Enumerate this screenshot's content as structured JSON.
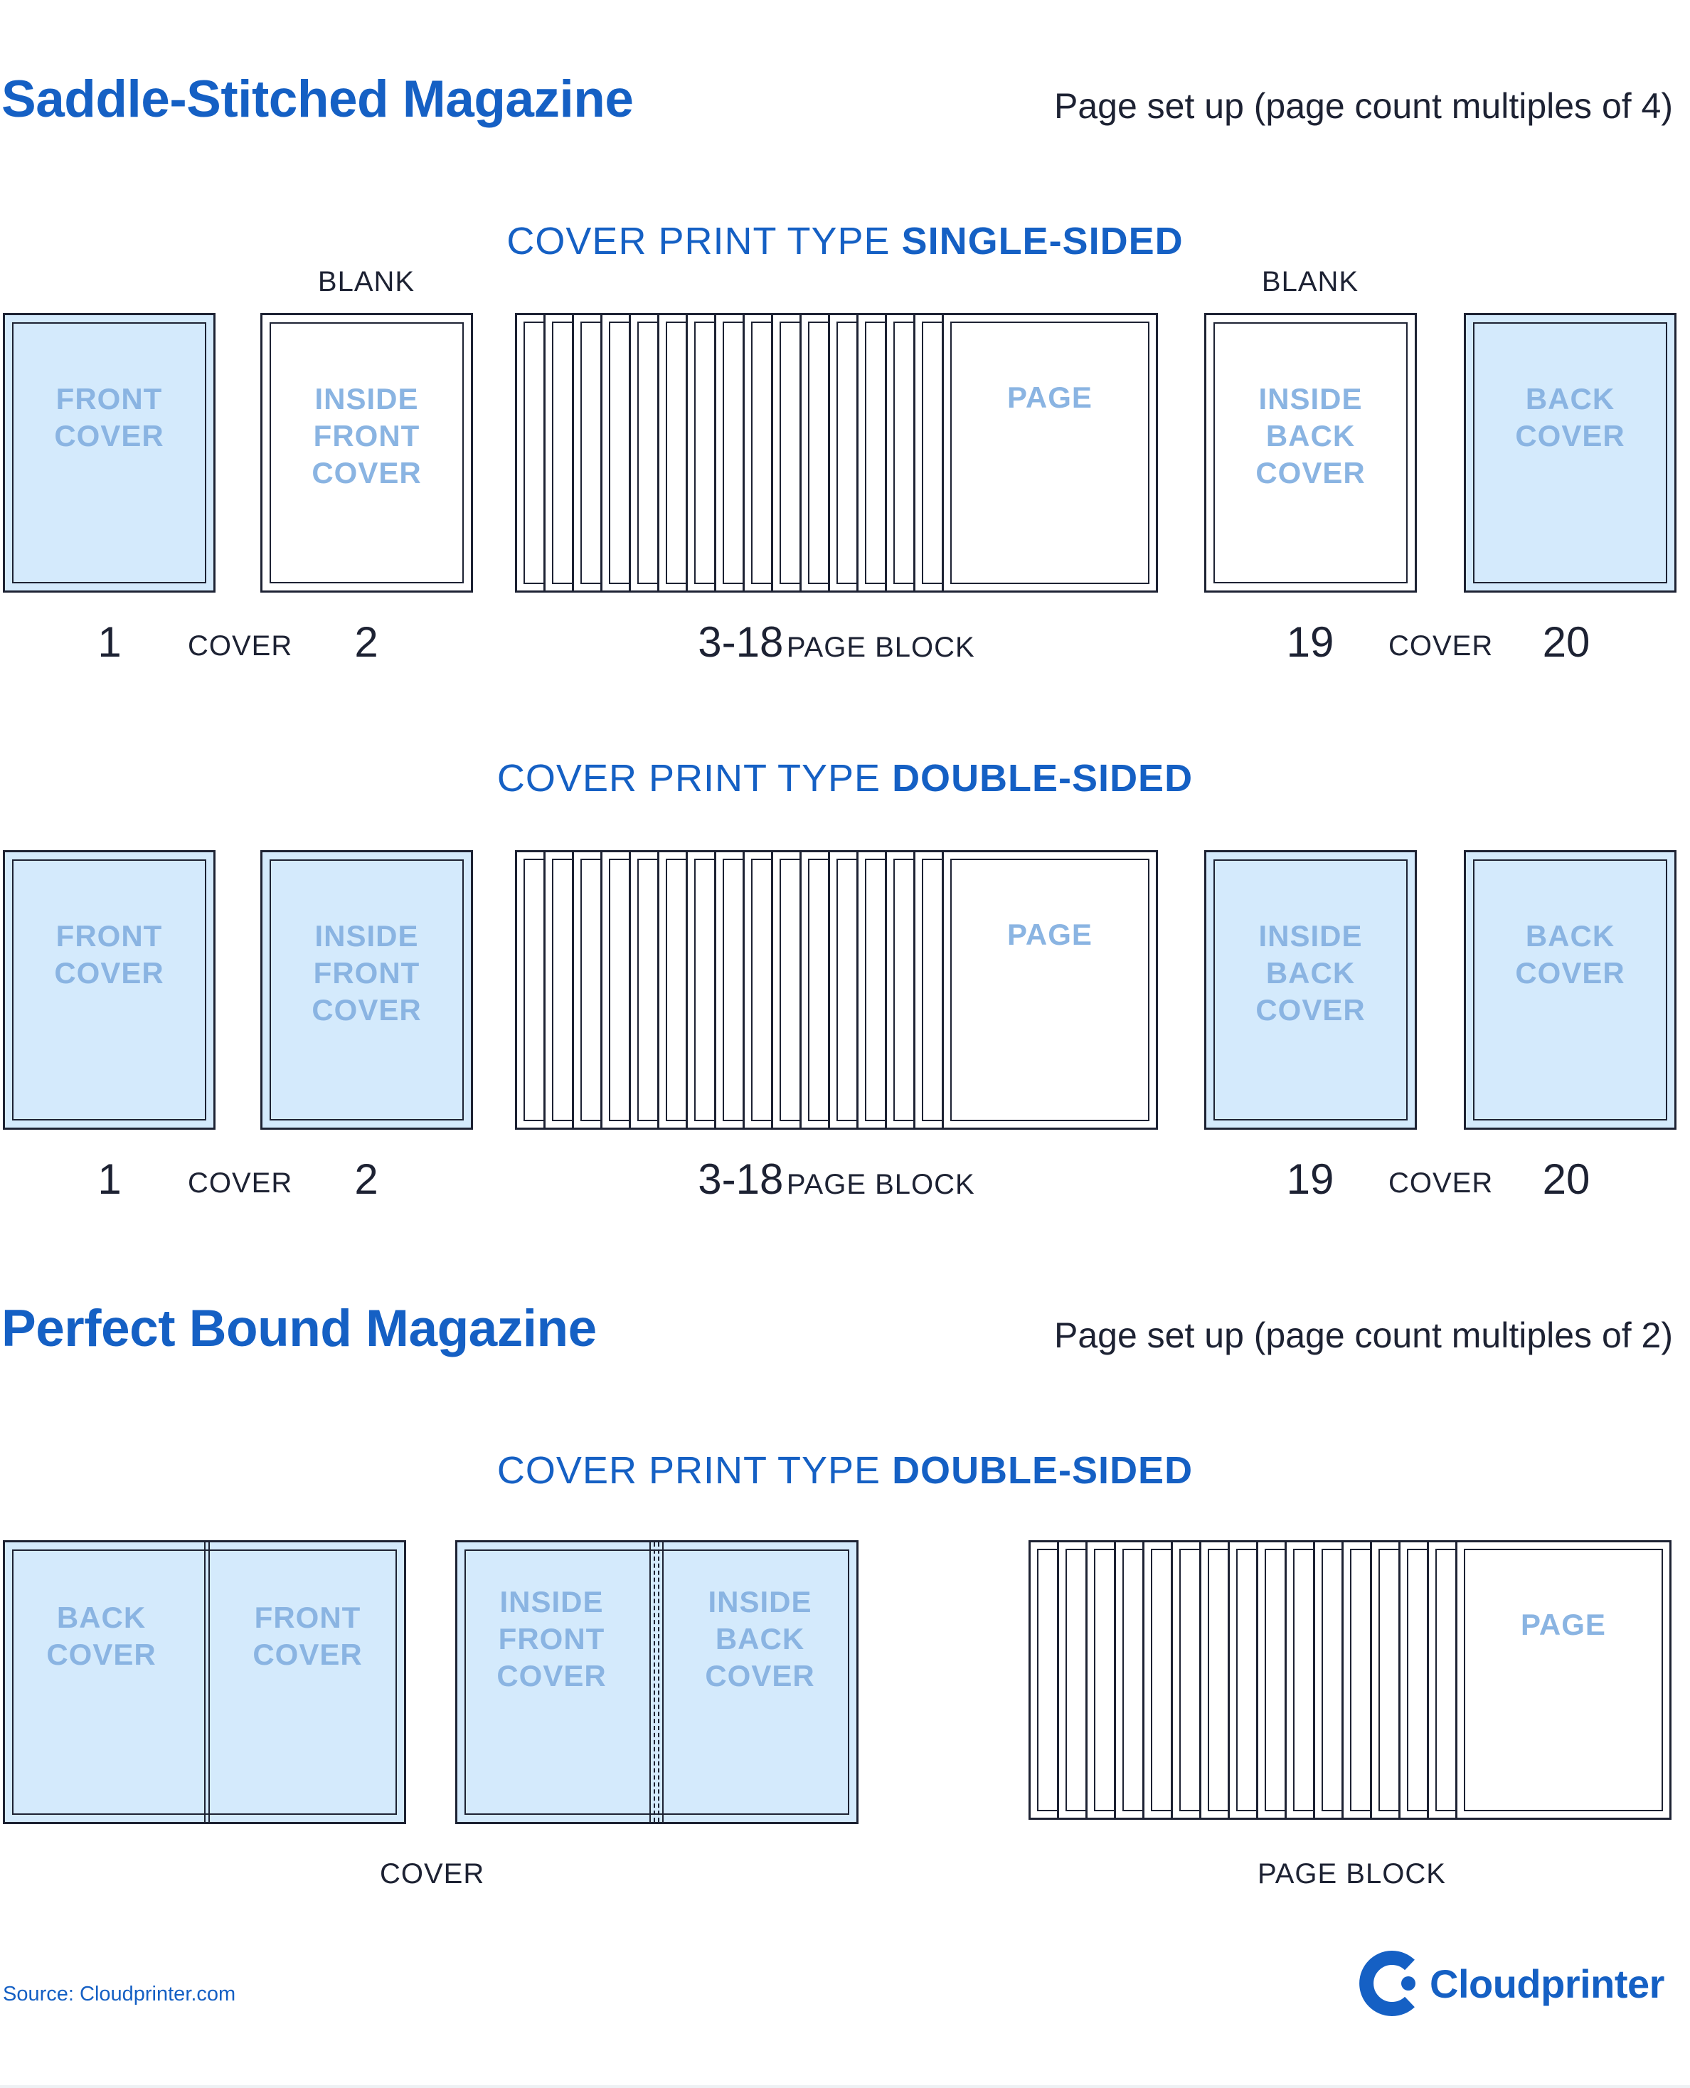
{
  "saddle": {
    "title": "Saddle-Stitched Magazine",
    "setup": "Page set up (page count multiples of 4)",
    "single": {
      "type_prefix": "COVER PRINT TYPE",
      "type_bold": "SINGLE-SIDED",
      "blank_left": "BLANK",
      "blank_right": "BLANK",
      "front_cover": "FRONT\nCOVER",
      "inside_front": "INSIDE\nFRONT\nCOVER",
      "page": "PAGE",
      "inside_back": "INSIDE\nBACK\nCOVER",
      "back_cover": "BACK\nCOVER",
      "n1": "1",
      "cover_left": "COVER",
      "n2": "2",
      "range": "3-18",
      "block": "PAGE BLOCK",
      "n19": "19",
      "cover_right": "COVER",
      "n20": "20"
    },
    "double": {
      "type_prefix": "COVER PRINT TYPE",
      "type_bold": "DOUBLE-SIDED",
      "front_cover": "FRONT\nCOVER",
      "inside_front": "INSIDE\nFRONT\nCOVER",
      "page": "PAGE",
      "inside_back": "INSIDE\nBACK\nCOVER",
      "back_cover": "BACK\nCOVER",
      "n1": "1",
      "cover_left": "COVER",
      "n2": "2",
      "range": "3-18",
      "block": "PAGE BLOCK",
      "n19": "19",
      "cover_right": "COVER",
      "n20": "20"
    }
  },
  "perfect": {
    "title": "Perfect Bound Magazine",
    "setup": "Page set up (page count multiples of 2)",
    "type_prefix": "COVER PRINT TYPE",
    "type_bold": "DOUBLE-SIDED",
    "back_cover": "BACK\nCOVER",
    "front_cover": "FRONT\nCOVER",
    "inside_front": "INSIDE\nFRONT\nCOVER",
    "inside_back": "INSIDE\nBACK\nCOVER",
    "page": "PAGE",
    "cover_caption": "COVER",
    "block_caption": "PAGE BLOCK"
  },
  "footer": {
    "source": "Source: Cloudprinter.com",
    "brand": "Cloudprinter",
    "logo_icon": "cloudprinter-c-logo-icon"
  },
  "colors": {
    "accent": "#1560c4",
    "cover_fill": "#d4eafc",
    "cover_text": "#8ab4e2",
    "outline": "#1d2233"
  }
}
